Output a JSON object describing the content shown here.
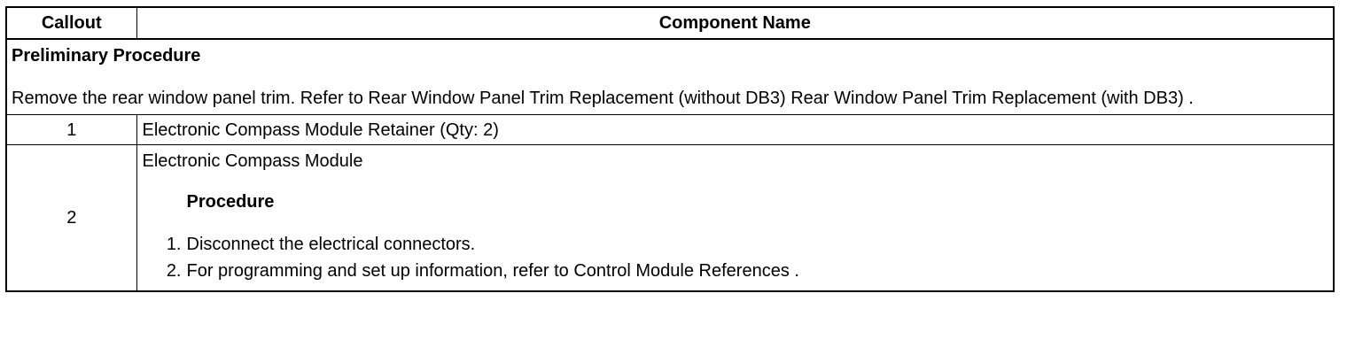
{
  "header": {
    "callout": "Callout",
    "component_name": "Component Name"
  },
  "preliminary": {
    "title": "Preliminary Procedure",
    "text": "Remove the rear window panel trim. Refer to Rear Window Panel Trim Replacement (without DB3) Rear Window Panel Trim Replacement (with DB3) ."
  },
  "rows": [
    {
      "callout": "1",
      "name": "Electronic Compass Module Retainer (Qty: 2)"
    },
    {
      "callout": "2",
      "name": "Electronic Compass Module",
      "procedure_title": "Procedure",
      "steps": [
        {
          "num": "1.",
          "text": "Disconnect the electrical connectors."
        },
        {
          "num": "2.",
          "text": "For programming and set up information, refer to Control Module References ."
        }
      ]
    }
  ]
}
